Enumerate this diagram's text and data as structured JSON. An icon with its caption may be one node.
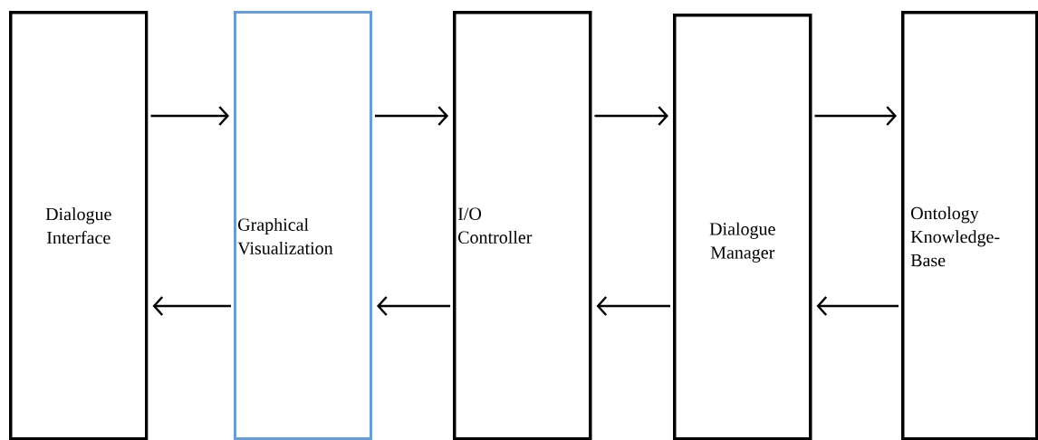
{
  "diagram": {
    "nodes": [
      {
        "text": [
          "Dialogue Interface"
        ]
      },
      {
        "text": [
          "Graphical Visualization"
        ]
      },
      {
        "text": [
          "I/O Controller"
        ]
      },
      {
        "text": [
          "Dialogue Manager"
        ]
      },
      {
        "text": [
          "Ontology Knowledge-Base"
        ]
      }
    ],
    "edges": [
      {
        "from": 0,
        "to": 1,
        "arrow": "to"
      },
      {
        "from": 1,
        "to": 2,
        "arrow": "to"
      },
      {
        "from": 2,
        "to": 3,
        "arrow": "to"
      },
      {
        "from": 3,
        "to": 4,
        "arrow": "to"
      },
      {
        "from": 4,
        "to": 3,
        "arrow": "to"
      },
      {
        "from": 3,
        "to": 2,
        "arrow": "to"
      },
      {
        "from": 2,
        "to": 1,
        "arrow": "to"
      },
      {
        "from": 1,
        "to": 0,
        "arrow": "to"
      }
    ]
  }
}
